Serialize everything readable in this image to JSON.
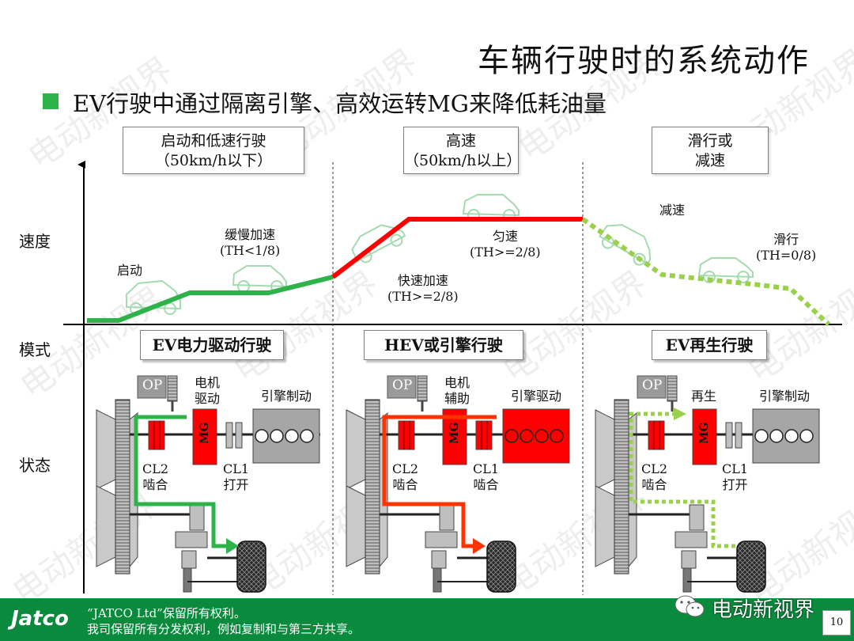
{
  "slide": {
    "title": "车辆行驶时的系统动作",
    "bullet": "EV行驶中通过隔离引擎、高效运转MG来降低耗油量",
    "page_number": "10"
  },
  "colors": {
    "ev_green": "#2eb34a",
    "hev_red": "#ff0000",
    "regen_green": "#99d14a",
    "footer_green": "#0a8a3c"
  },
  "row_labels": {
    "speed": "速度",
    "mode": "模式",
    "state": "状态"
  },
  "phases": [
    {
      "line1": "启动和低速行驶",
      "line2": "（50km/h以下）"
    },
    {
      "line1": "高速",
      "line2": "（50km/h以上）"
    },
    {
      "line1": "滑行或",
      "line2": "减速"
    }
  ],
  "curve_labels": {
    "start": "启动",
    "slow_accel": "缓慢加速",
    "slow_accel_th": "(TH<1/8)",
    "fast_accel": "快速加速",
    "fast_accel_th": "(TH>=2/8)",
    "cruise": "匀速",
    "cruise_th": "(TH>=2/8)",
    "decel": "减速",
    "coast": "滑行",
    "coast_th": "(TH=0/8)"
  },
  "modes": [
    "EV电力驱动行驶",
    "HEV或引擎行驶",
    "EV再生行驶"
  ],
  "states": [
    {
      "op": "OP",
      "mg_role_1": "电机",
      "mg_role_2": "驱动",
      "mg": "MG",
      "engine_role": "引擎制动",
      "cl2": "CL2",
      "cl2_state": "啮合",
      "cl1": "CL1",
      "cl1_state": "打开"
    },
    {
      "op": "OP",
      "mg_role_1": "电机",
      "mg_role_2": "辅助",
      "mg": "MG",
      "engine_role": "引擎驱动",
      "cl2": "CL2",
      "cl2_state": "啮合",
      "cl1": "CL1",
      "cl1_state": "啮合"
    },
    {
      "op": "OP",
      "mg_role_1": "再生",
      "mg_role_2": "",
      "mg": "MG",
      "engine_role": "引擎制动",
      "cl2": "CL2",
      "cl2_state": "啮合",
      "cl1": "CL1",
      "cl1_state": "打开"
    }
  ],
  "footer": {
    "logo": "Jatco",
    "copyright_1": "“JATCO Ltd”保留所有权利。",
    "copyright_2": "我司保留所有分发权利，例如复制和与第三方共享。",
    "wechat_account": "电动新视界"
  },
  "watermark": "电动新视界",
  "icons": {
    "car": "car-outline-icon",
    "wechat": "wechat-icon",
    "wheel": "tire-icon"
  }
}
